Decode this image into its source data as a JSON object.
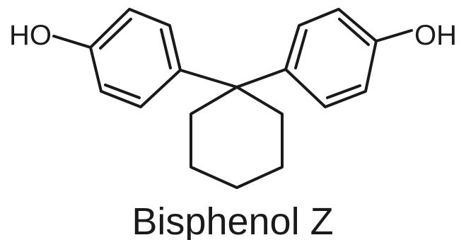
{
  "molecule": {
    "left_hydroxyl": "HO",
    "right_hydroxyl": "OH",
    "name": "Bisphenol Z"
  },
  "colors": {
    "ink": "#1a1a1a",
    "background": "#ffffff"
  }
}
